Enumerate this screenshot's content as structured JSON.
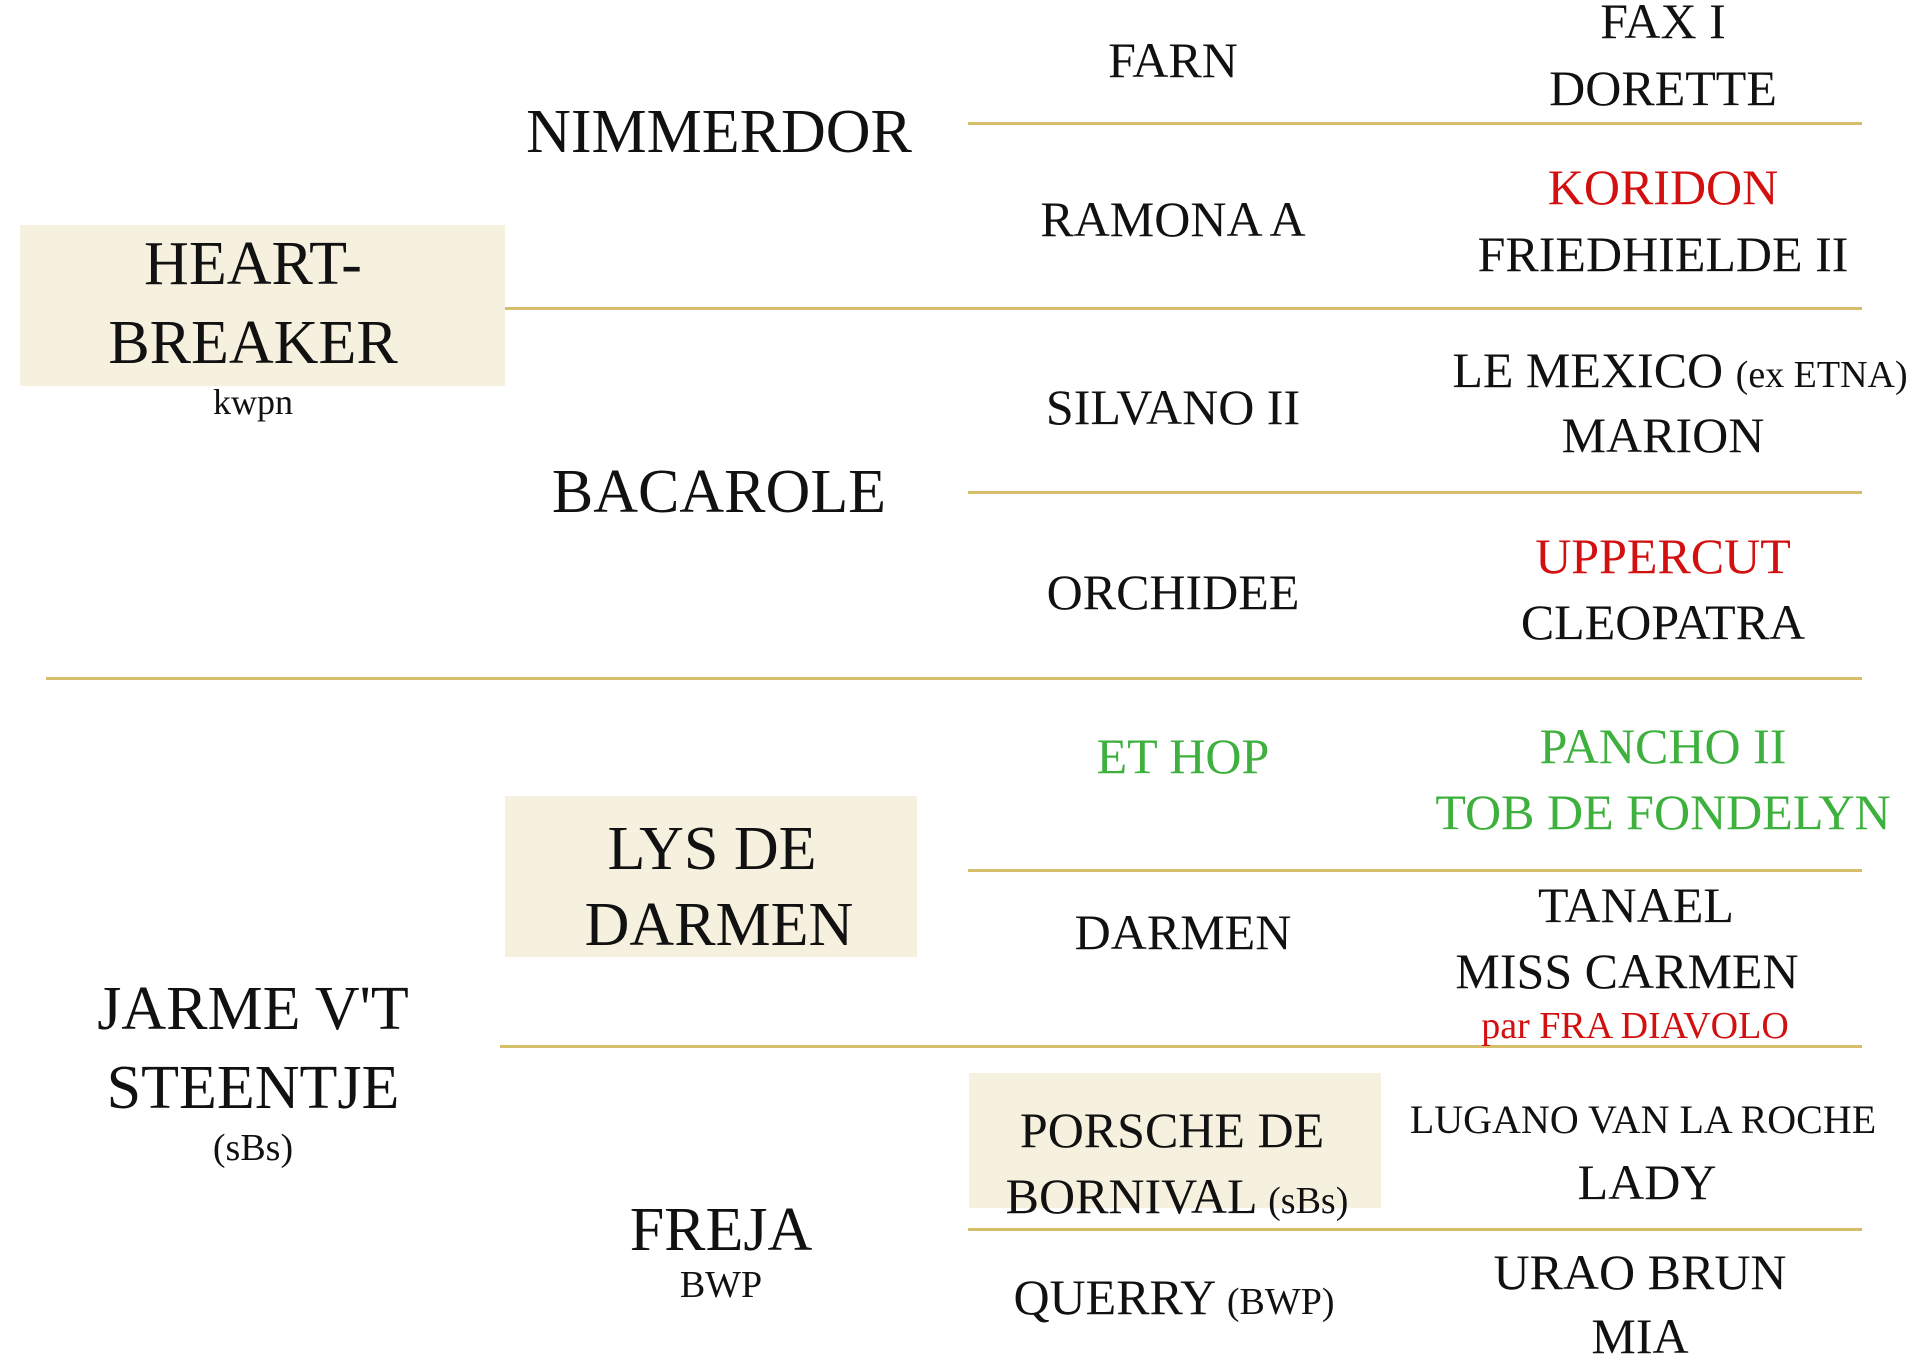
{
  "colors": {
    "accent_line": "#d4be6a",
    "highlight_fill": "#f6f1df",
    "red": "#d21010",
    "green": "#3db03d"
  },
  "gen1": {
    "sire": {
      "name_line1": "HEART-",
      "name_line2": "BREAKER",
      "stud": "kwpn"
    },
    "dam": {
      "name_line1": "JARME V'T",
      "name_line2": "STEENTJE",
      "stud": "(sBs)"
    }
  },
  "gen2": {
    "ss": "NIMMERDOR",
    "sd": "BACAROLE",
    "ds": {
      "line1": "LYS DE",
      "line2": "DARMEN"
    },
    "dd": {
      "name": "FREJA",
      "stud": "BWP"
    }
  },
  "gen3": {
    "sss": "FARN",
    "ssd": "RAMONA A",
    "sds": "SILVANO II",
    "sdd": "ORCHIDEE",
    "dss": "ET HOP",
    "dsd": "DARMEN",
    "dds": {
      "line1": "PORSCHE DE",
      "line2": "BORNIVAL",
      "stud": "(sBs)"
    },
    "ddd": {
      "name": "QUERRY",
      "stud": "(BWP)"
    }
  },
  "gen4": {
    "g1": "FAX I",
    "g2": "DORETTE",
    "g3": "KORIDON",
    "g4": "FRIEDHIELDE II",
    "g5": {
      "name": "LE MEXICO",
      "note": "(ex ETNA)"
    },
    "g6": "MARION",
    "g7": "UPPERCUT",
    "g8": "CLEOPATRA",
    "g9": "PANCHO II",
    "g10": "TOB DE FONDELYN",
    "g11": "TANAEL",
    "g12": "MISS CARMEN",
    "g12_note": "par FRA DIAVOLO",
    "g13": "LUGANO VAN LA ROCHE",
    "g14": "LADY",
    "g15": "URAO BRUN",
    "g16": "MIA"
  }
}
